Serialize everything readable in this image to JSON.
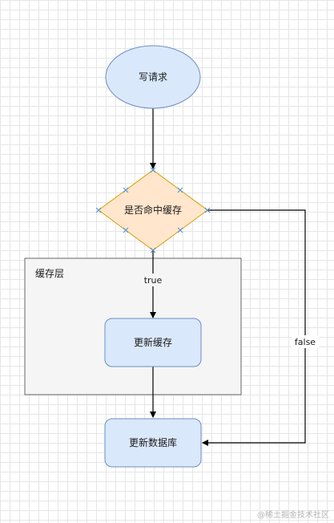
{
  "nodes": {
    "start": "写请求",
    "decision": "是否命中缓存",
    "cache_group": "缓存层",
    "update_cache": "更新缓存",
    "update_db": "更新数据库"
  },
  "edges": {
    "true_label": "true",
    "false_label": "false"
  },
  "colors": {
    "node_fill": "#dae8fc",
    "node_stroke": "#6c8ebf",
    "decision_fill": "#ffe6cc",
    "decision_stroke": "#d79b00",
    "group_fill": "#f5f5f5",
    "group_stroke": "#666666",
    "edge": "#000000",
    "connection_point": "#4a90d9"
  },
  "watermark": "@稀土掘金技术社区"
}
